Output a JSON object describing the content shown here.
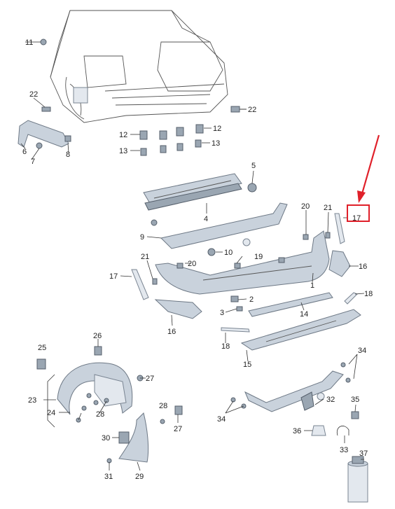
{
  "callouts": [
    {
      "id": "c11",
      "text": "11"
    },
    {
      "id": "c22a",
      "text": "22"
    },
    {
      "id": "c22b",
      "text": "22"
    },
    {
      "id": "c6",
      "text": "6"
    },
    {
      "id": "c7",
      "text": "7"
    },
    {
      "id": "c8",
      "text": "8"
    },
    {
      "id": "c12a",
      "text": "12"
    },
    {
      "id": "c12b",
      "text": "12"
    },
    {
      "id": "c13a",
      "text": "13"
    },
    {
      "id": "c13b",
      "text": "13"
    },
    {
      "id": "c5",
      "text": "5"
    },
    {
      "id": "c4",
      "text": "4"
    },
    {
      "id": "c9",
      "text": "9"
    },
    {
      "id": "c10",
      "text": "10"
    },
    {
      "id": "c20a",
      "text": "20"
    },
    {
      "id": "c21a",
      "text": "21"
    },
    {
      "id": "c17a",
      "text": "17"
    },
    {
      "id": "c19",
      "text": "19"
    },
    {
      "id": "c20b",
      "text": "20"
    },
    {
      "id": "c21b",
      "text": "21"
    },
    {
      "id": "c17b",
      "text": "17"
    },
    {
      "id": "c16a",
      "text": "16"
    },
    {
      "id": "c1",
      "text": "1"
    },
    {
      "id": "c2",
      "text": "2"
    },
    {
      "id": "c3",
      "text": "3"
    },
    {
      "id": "c14",
      "text": "14"
    },
    {
      "id": "c18a",
      "text": "18"
    },
    {
      "id": "c16b",
      "text": "16"
    },
    {
      "id": "c18b",
      "text": "18"
    },
    {
      "id": "c15",
      "text": "15"
    },
    {
      "id": "c26",
      "text": "26"
    },
    {
      "id": "c25",
      "text": "25"
    },
    {
      "id": "c27a",
      "text": "27"
    },
    {
      "id": "c23",
      "text": "23"
    },
    {
      "id": "c24",
      "text": "24"
    },
    {
      "id": "c28a",
      "text": "28"
    },
    {
      "id": "c28b",
      "text": "28"
    },
    {
      "id": "c27b",
      "text": "27"
    },
    {
      "id": "c30",
      "text": "30"
    },
    {
      "id": "c31",
      "text": "31"
    },
    {
      "id": "c29",
      "text": "29"
    },
    {
      "id": "c34a",
      "text": "34"
    },
    {
      "id": "c34b",
      "text": "34"
    },
    {
      "id": "c32",
      "text": "32"
    },
    {
      "id": "c35",
      "text": "35"
    },
    {
      "id": "c36",
      "text": "36"
    },
    {
      "id": "c33",
      "text": "33"
    },
    {
      "id": "c37",
      "text": "37"
    }
  ],
  "highlight": {
    "color": "#e0202a"
  },
  "colors": {
    "part": "#c9d2dc",
    "outline": "#6d7885",
    "text": "#222222"
  }
}
